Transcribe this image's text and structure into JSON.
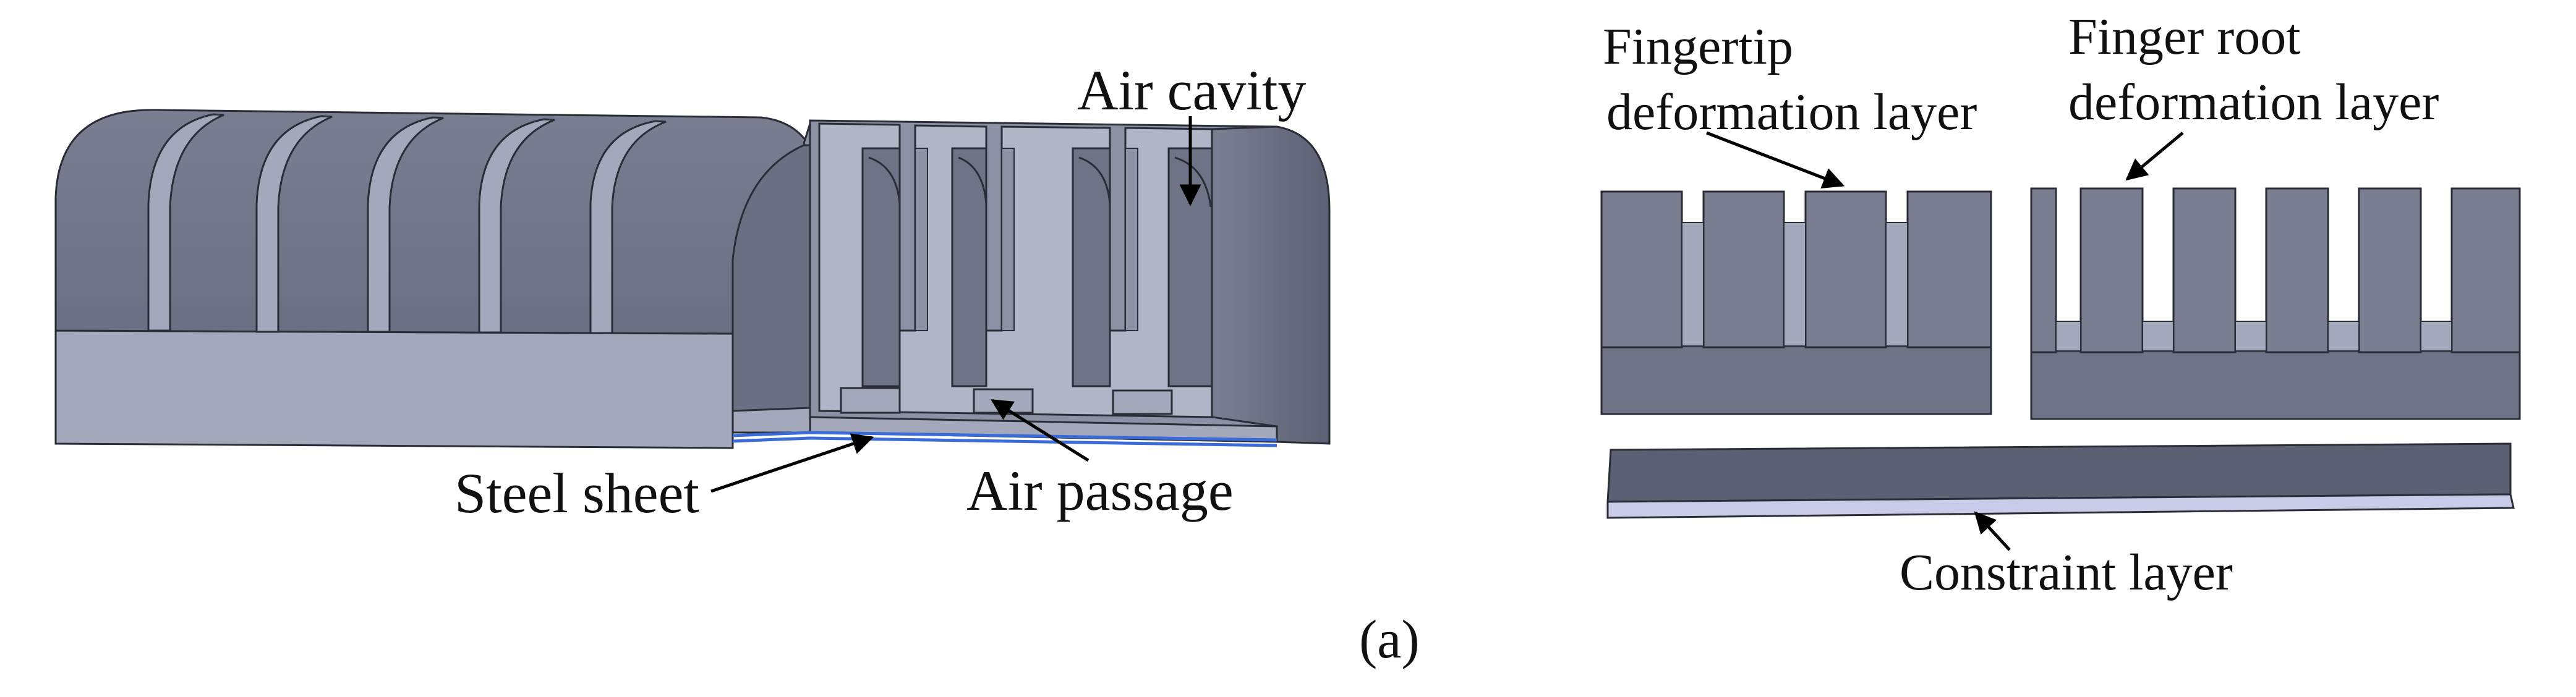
{
  "figure": {
    "panel_label": "(a)"
  },
  "left_model": {
    "labels": {
      "air_cavity": "Air cavity",
      "steel_sheet": "Steel sheet",
      "air_passage": "Air passage"
    }
  },
  "right_model": {
    "labels": {
      "fingertip_line1": "Fingertip",
      "fingertip_line2": "deformation layer",
      "finger_root_line1": "Finger root",
      "finger_root_line2": "deformation layer",
      "constraint": "Constraint layer"
    }
  },
  "colors": {
    "dark_face": "#6f7386",
    "mid_face": "#8c91a3",
    "light_face": "#a3a8ba",
    "top_face": "#9aa0b2",
    "cavity_light": "#b1b6c6",
    "inner_dark": "#5a5e70",
    "edge": "#2a2c36",
    "steel_line": "#3a6bd6",
    "constraint_bottom": "#c9cbe8",
    "arrow": "#000000"
  }
}
